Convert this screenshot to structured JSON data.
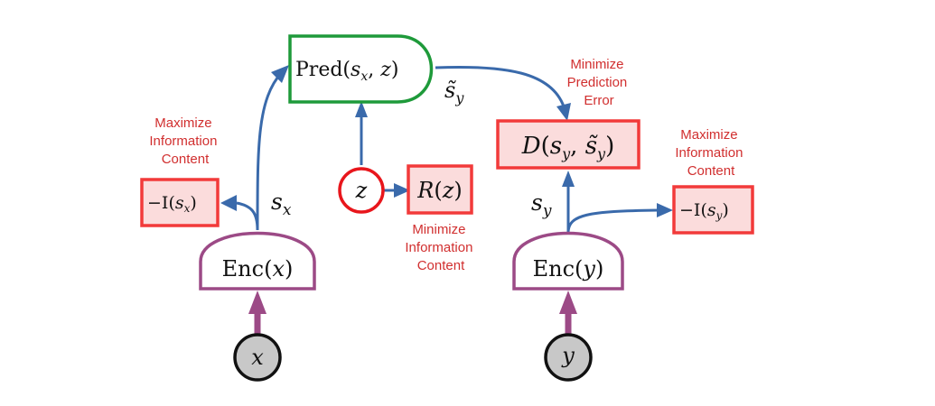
{
  "colors": {
    "edge": "#3a6aab",
    "encoder": "#9c4a86",
    "predictor": "#1e9a3a",
    "cost_border": "#f23a3a",
    "cost_fill": "#fbdcdc",
    "annotation": "#d12f2f",
    "input_fill": "#c8c8c8",
    "latent_border": "#e8161c"
  },
  "nodes": {
    "x": "x",
    "y": "y",
    "z": "z",
    "enc_x": {
      "name": "Enc",
      "arg": "x"
    },
    "enc_y": {
      "name": "Enc",
      "arg": "y"
    },
    "pred": {
      "name": "Pred",
      "arg_s": "s",
      "arg_sub": "x",
      "arg_z": "z"
    },
    "cost_d": {
      "name": "D",
      "s": "s",
      "sub": "y",
      "s_tilde": "s̃",
      "sub2": "y"
    },
    "cost_ix": {
      "name": "−I",
      "s": "s",
      "sub": "x"
    },
    "cost_iy": {
      "name": "−I",
      "s": "s",
      "sub": "y"
    },
    "cost_rz": {
      "name": "R",
      "arg": "z"
    }
  },
  "edge_labels": {
    "s_x": {
      "s": "s",
      "sub": "x"
    },
    "s_y": {
      "s": "s",
      "sub": "y"
    },
    "s_tilde_y": {
      "s": "s̃",
      "sub": "y"
    }
  },
  "annotations": {
    "ix": [
      "Maximize",
      "Information",
      "Content"
    ],
    "rz": [
      "Minimize",
      "Information",
      "Content"
    ],
    "d": [
      "Minimize",
      "Prediction",
      "Error"
    ],
    "iy": [
      "Maximize",
      "Information",
      "Content"
    ]
  }
}
